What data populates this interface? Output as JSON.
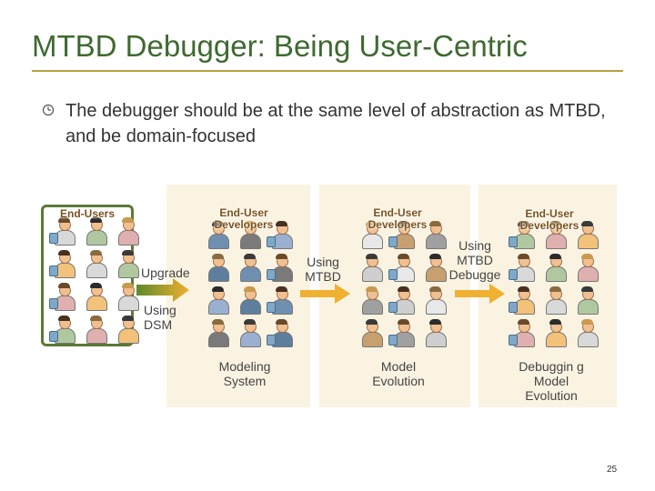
{
  "slide": {
    "title": "MTBD Debugger: Being User-Centric",
    "bullet": "The debugger should be at the same level of abstraction as MTBD, and be domain-focused",
    "page_number": "25"
  },
  "diagram": {
    "end_users_label": "End-Users",
    "panels": [
      {
        "title": "End-User Developers",
        "caption": "Modeling System"
      },
      {
        "title": "End-User Developers",
        "caption": "Model Evolution"
      },
      {
        "title": "End-User Developers",
        "caption": "Debuggin g Model Evolution"
      }
    ],
    "arrow_labels": {
      "upgrade": "Upgrade",
      "using_dsm": "Using DSM",
      "using_mtbd": "Using MTBD",
      "using_mtbd_debugger": "Using MTBD Debugge"
    },
    "colors": {
      "title_green": "#3f6a30",
      "rule_gold": "#b8a040",
      "panel_bg": "#fbf3e2",
      "arrow_orange": "#f0b030",
      "arrow_green": "#5f8a2a",
      "border_green": "#5b7a36"
    },
    "icon_names": [
      "clock-bullet-icon",
      "person-icon",
      "arrow-right-icon"
    ]
  }
}
